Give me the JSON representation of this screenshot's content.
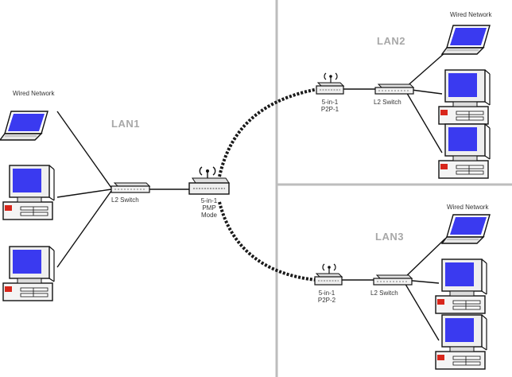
{
  "lans": {
    "lan1": "LAN1",
    "lan2": "LAN2",
    "lan3": "LAN3"
  },
  "wired": {
    "lan1": "Wired Network",
    "lan2": "Wired Network",
    "lan3": "Wired Network"
  },
  "devices": {
    "central_ap": {
      "line1": "5-in-1",
      "line2": "PMP",
      "line3": "Mode"
    },
    "p2p1": {
      "line1": "5-in-1",
      "line2": "P2P-1"
    },
    "p2p2": {
      "line1": "5-in-1",
      "line2": "P2P-2"
    },
    "switch_lan1": "L2 Switch",
    "switch_lan2": "L2 Switch",
    "switch_lan3": "L2 Switch"
  },
  "colors": {
    "screen": "#3a3af0",
    "divider": "#bdbdbd",
    "wireless_link": "#1a1a1a"
  }
}
